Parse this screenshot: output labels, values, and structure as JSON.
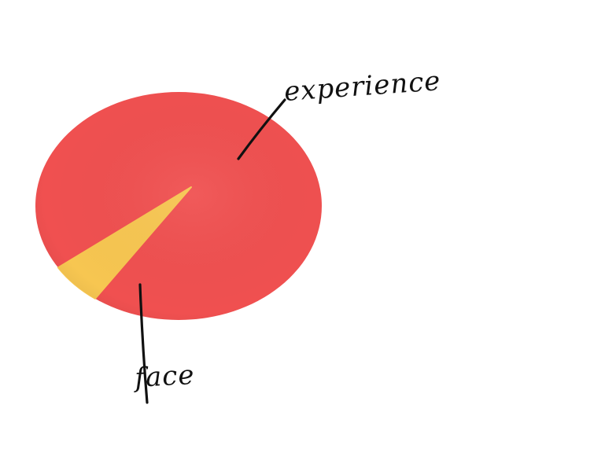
{
  "chart_data": {
    "type": "pie",
    "title": "",
    "style": "hand-drawn sketch",
    "slices": [
      {
        "label": "experience",
        "value": 94,
        "color": "#f05050"
      },
      {
        "label": "face",
        "value": 6,
        "color": "#f7c651"
      }
    ]
  }
}
